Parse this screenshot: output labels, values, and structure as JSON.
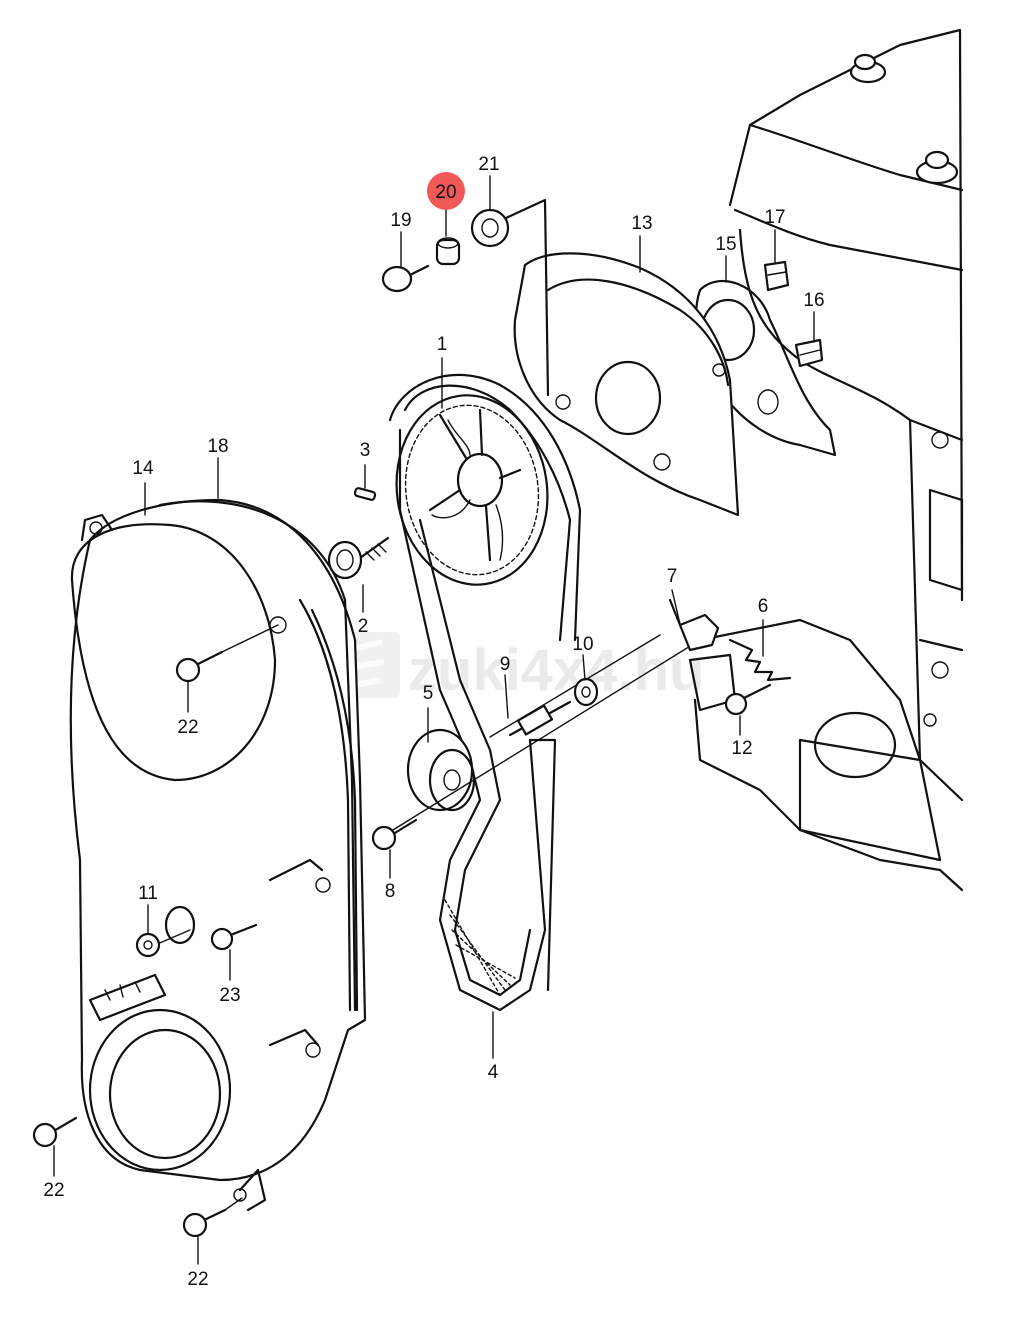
{
  "watermark": "zuki4x4.hu",
  "highlight_color": "#f25858",
  "callouts": [
    {
      "id": "1",
      "text": "1"
    },
    {
      "id": "2",
      "text": "2"
    },
    {
      "id": "3",
      "text": "3"
    },
    {
      "id": "4",
      "text": "4"
    },
    {
      "id": "5",
      "text": "5"
    },
    {
      "id": "6",
      "text": "6"
    },
    {
      "id": "7",
      "text": "7"
    },
    {
      "id": "8",
      "text": "8"
    },
    {
      "id": "9",
      "text": "9"
    },
    {
      "id": "10",
      "text": "10"
    },
    {
      "id": "11",
      "text": "11"
    },
    {
      "id": "12",
      "text": "12"
    },
    {
      "id": "13",
      "text": "13"
    },
    {
      "id": "14",
      "text": "14"
    },
    {
      "id": "15",
      "text": "15"
    },
    {
      "id": "16",
      "text": "16"
    },
    {
      "id": "17",
      "text": "17"
    },
    {
      "id": "18",
      "text": "18"
    },
    {
      "id": "19",
      "text": "19"
    },
    {
      "id": "20",
      "text": "20",
      "highlighted": true
    },
    {
      "id": "21",
      "text": "21"
    },
    {
      "id": "22a",
      "text": "22"
    },
    {
      "id": "22b",
      "text": "22"
    },
    {
      "id": "22c",
      "text": "22"
    },
    {
      "id": "23",
      "text": "23"
    }
  ]
}
